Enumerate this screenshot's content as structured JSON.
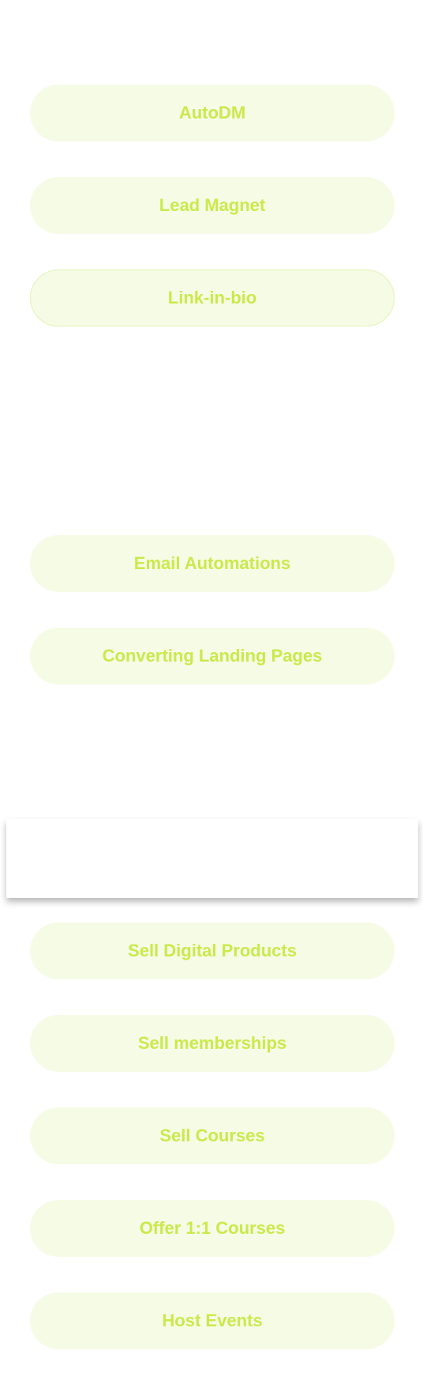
{
  "buttons": [
    {
      "id": "autodm",
      "label": "AutoDM"
    },
    {
      "id": "lead-magnet",
      "label": "Lead Magnet"
    },
    {
      "id": "link-in-bio",
      "label": "Link-in-bio"
    },
    {
      "id": "email-automations",
      "label": "Email Automations"
    },
    {
      "id": "converting-landing-pages",
      "label": "Converting Landing Pages"
    },
    {
      "id": "sell-digital-products",
      "label": "Sell Digital Products"
    },
    {
      "id": "sell-memberships",
      "label": "Sell memberships"
    },
    {
      "id": "sell-courses",
      "label": "Sell Courses"
    },
    {
      "id": "offer-courses",
      "label": "Offer 1:1 Courses"
    },
    {
      "id": "host-events",
      "label": "Host Events"
    }
  ],
  "colors": {
    "pill_background": "#f6fbe6",
    "pill_text": "#c9ea4a",
    "selected_border": "#e3f3b0"
  }
}
